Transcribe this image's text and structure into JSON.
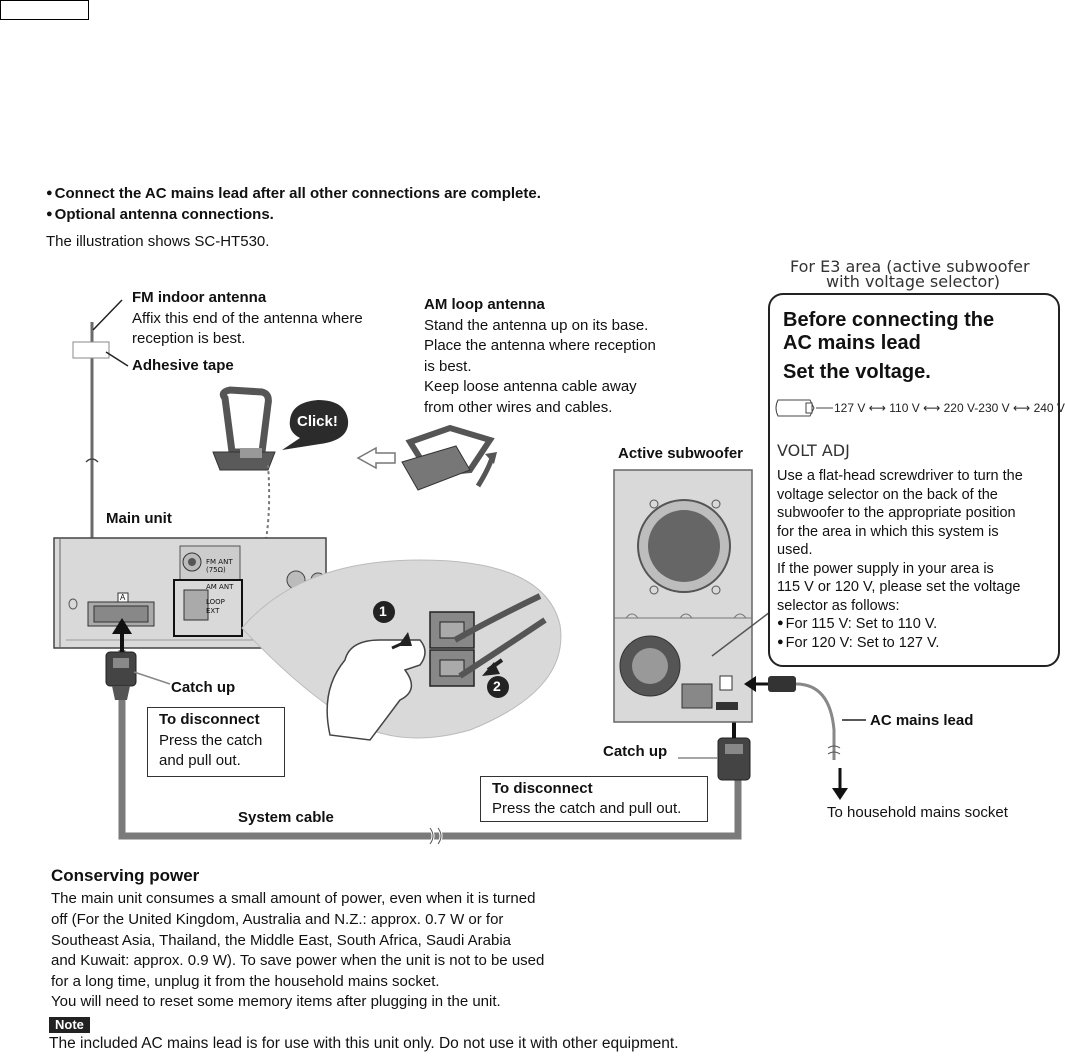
{
  "header": {
    "bullet1": "Connect the AC mains lead after all other connections are complete.",
    "bullet2": "Optional antenna connections.",
    "illustration_note": "The illustration shows SC-HT530."
  },
  "fm": {
    "title": "FM indoor antenna",
    "line1": "Affix this end of the antenna where",
    "line2": "reception is best.",
    "tape": "Adhesive tape"
  },
  "am": {
    "title": "AM loop antenna",
    "lines": [
      "Stand the antenna up on its base.",
      "Place the antenna where reception",
      "is best.",
      "Keep loose antenna cable away",
      "from other wires and cables."
    ],
    "click": "Click!"
  },
  "e3": {
    "caption1": "For E3 area (active subwoofer",
    "caption2": "with voltage selector)",
    "title1": "Before connecting the",
    "title2": "AC mains lead",
    "title3": "Set the voltage.",
    "scale": [
      "127 V",
      "110 V",
      "220 V-230 V",
      "240 V"
    ],
    "volt_adj": "VOLT ADJ",
    "body": [
      "Use a flat-head screwdriver to turn the",
      "voltage selector on the back of the",
      "subwoofer to the appropriate position",
      "for the area in which this system is",
      "used.",
      "If the power supply in your area is",
      "115 V or 120 V, please set the voltage",
      "selector as follows:"
    ],
    "for115": "For 115 V: Set to 110 V.",
    "for120": "For 120 V: Set to 127 V."
  },
  "labels": {
    "active_subwoofer": "Active subwoofer",
    "main_unit": "Main unit",
    "catch_up_left": "Catch up",
    "catch_up_right": "Catch up",
    "ac_mains_lead": "AC mains lead",
    "household": "To household mains socket",
    "system_cable": "System cable",
    "fm_ant": "FM ANT",
    "fm_ohm": "(75Ω)",
    "am_ant": "AM ANT",
    "loop": "LOOP",
    "ext": "EXT",
    "port_a": "A",
    "step1": "1",
    "step2": "2"
  },
  "disconnect_left": {
    "title": "To disconnect",
    "line1": "Press the catch",
    "line2": "and pull out."
  },
  "disconnect_right": {
    "title": "To disconnect",
    "line1": "Press the catch and pull out."
  },
  "conserving": {
    "title": "Conserving power",
    "lines": [
      "The main unit consumes a small amount of power, even when it is turned",
      "off (For the United Kingdom, Australia and N.Z.: approx. 0.7 W or for",
      "Southeast Asia, Thailand, the Middle East, South Africa, Saudi Arabia",
      "and Kuwait: approx. 0.9 W). To save power when the unit is not to be used",
      "for a long time, unplug it from the household mains socket.",
      "You will need to reset some memory items after plugging in the unit."
    ]
  },
  "note": {
    "badge": "Note",
    "text": "The included AC mains lead is for use with this unit only. Do not use it with other equipment."
  }
}
